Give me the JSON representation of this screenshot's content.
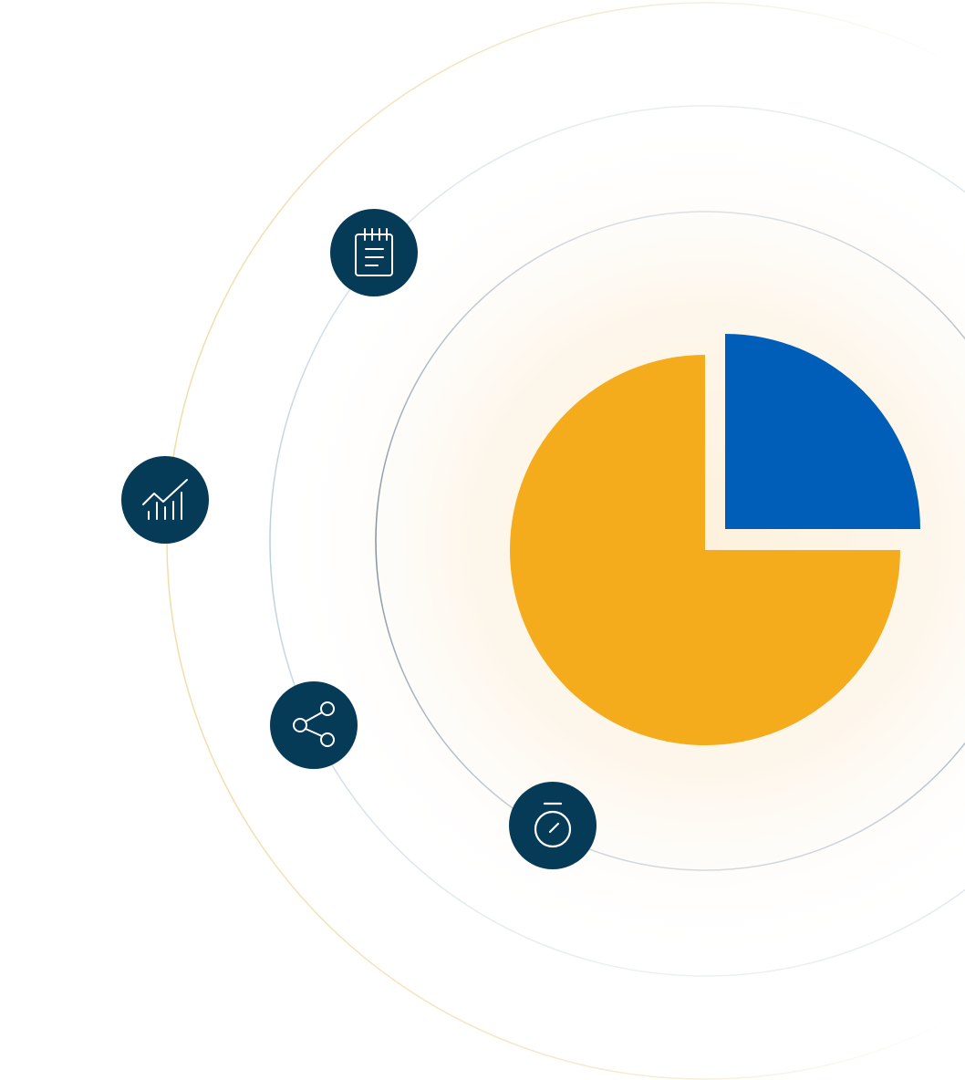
{
  "illustration": {
    "colors": {
      "background": "#ffffff",
      "glow": "#fdf3e1",
      "pie_main": "#f4ab1c",
      "pie_slice": "#005eb8",
      "icon_badge": "#063b58",
      "icon_stroke": "#ffffff",
      "ring_outer": "#f5e3c0",
      "ring_middle": "#cfdfe8",
      "ring_inner": "#aab8c2"
    },
    "pie": {
      "slices": [
        {
          "name": "highlighted-quarter",
          "fraction": 0.25,
          "exploded": true
        },
        {
          "name": "remainder",
          "fraction": 0.75,
          "exploded": false
        }
      ]
    },
    "icons": [
      {
        "name": "notepad-icon"
      },
      {
        "name": "analytics-icon"
      },
      {
        "name": "share-icon"
      },
      {
        "name": "stopwatch-icon"
      }
    ]
  }
}
